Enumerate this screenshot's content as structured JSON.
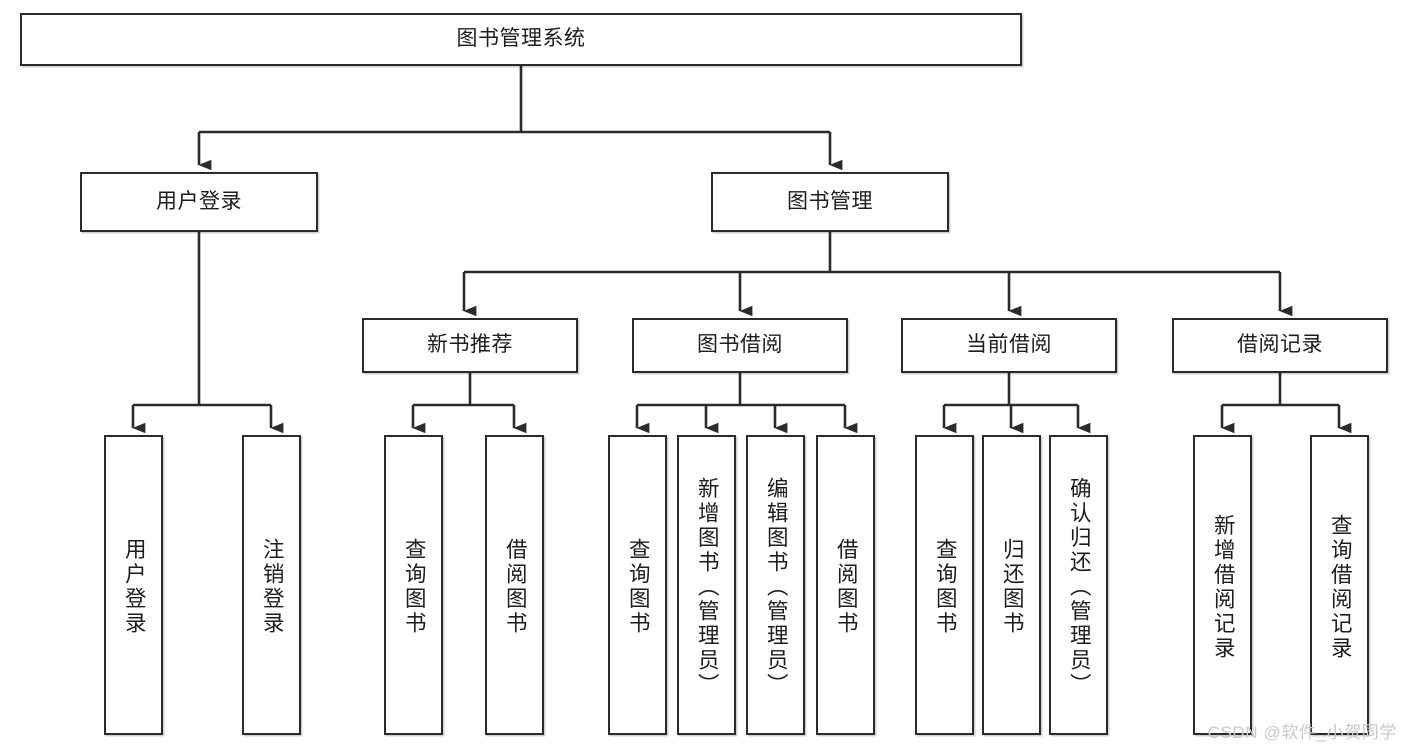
{
  "diagram": {
    "title": "图书管理系统",
    "type": "hierarchy-tree",
    "watermark": "CSDN @软件_小贺同学",
    "colors": {
      "stroke": "#2b2b2b",
      "fill": "#ffffff",
      "text": "#1d1d1d",
      "watermark": "#c9c9c9"
    },
    "nodes": {
      "root": "图书管理系统",
      "level2": {
        "user_login": "用户登录",
        "book_manage": "图书管理"
      },
      "level3": {
        "new_book_rec": "新书推荐",
        "book_borrow": "图书借阅",
        "current_borrow": "当前借阅",
        "borrow_record": "借阅记录"
      },
      "leaves": {
        "user_login_1": "用户登录",
        "user_login_2": "注销登录",
        "new_book_rec_1": "查询图书",
        "new_book_rec_2": "借阅图书",
        "book_borrow_1": "查询图书",
        "book_borrow_2": "新增图书（管理员）",
        "book_borrow_3": "编辑图书（管理员）",
        "book_borrow_4": "借阅图书",
        "current_borrow_1": "查询图书",
        "current_borrow_2": "归还图书",
        "current_borrow_3": "确认归还（管理员）",
        "borrow_record_1": "新增借阅记录",
        "borrow_record_2": "查询借阅记录"
      }
    }
  }
}
